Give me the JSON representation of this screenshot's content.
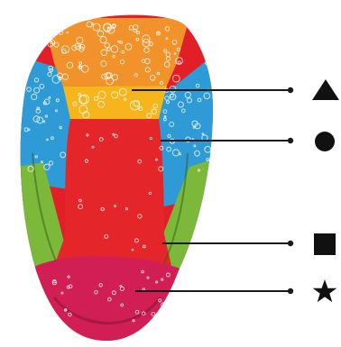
{
  "diagram": {
    "regions": [
      {
        "id": "tip",
        "fill": "#d11f55"
      },
      {
        "id": "sides-rear",
        "fill": "#2f9bd6"
      },
      {
        "id": "sides-front",
        "fill": "#7cb83a"
      },
      {
        "id": "back",
        "fill": "#f2922a"
      },
      {
        "id": "back-lower",
        "fill": "#f6b51b"
      },
      {
        "id": "center",
        "fill": "#e4262a"
      }
    ],
    "markers": [
      {
        "symbol": "triangle",
        "icon": "triangle-icon"
      },
      {
        "symbol": "circle",
        "icon": "circle-icon"
      },
      {
        "symbol": "square",
        "icon": "square-icon"
      },
      {
        "symbol": "star",
        "icon": "star-icon"
      }
    ],
    "colors": {
      "outline": "#e21f27",
      "line": "#1a1a1a",
      "symbol": "#111111"
    }
  }
}
